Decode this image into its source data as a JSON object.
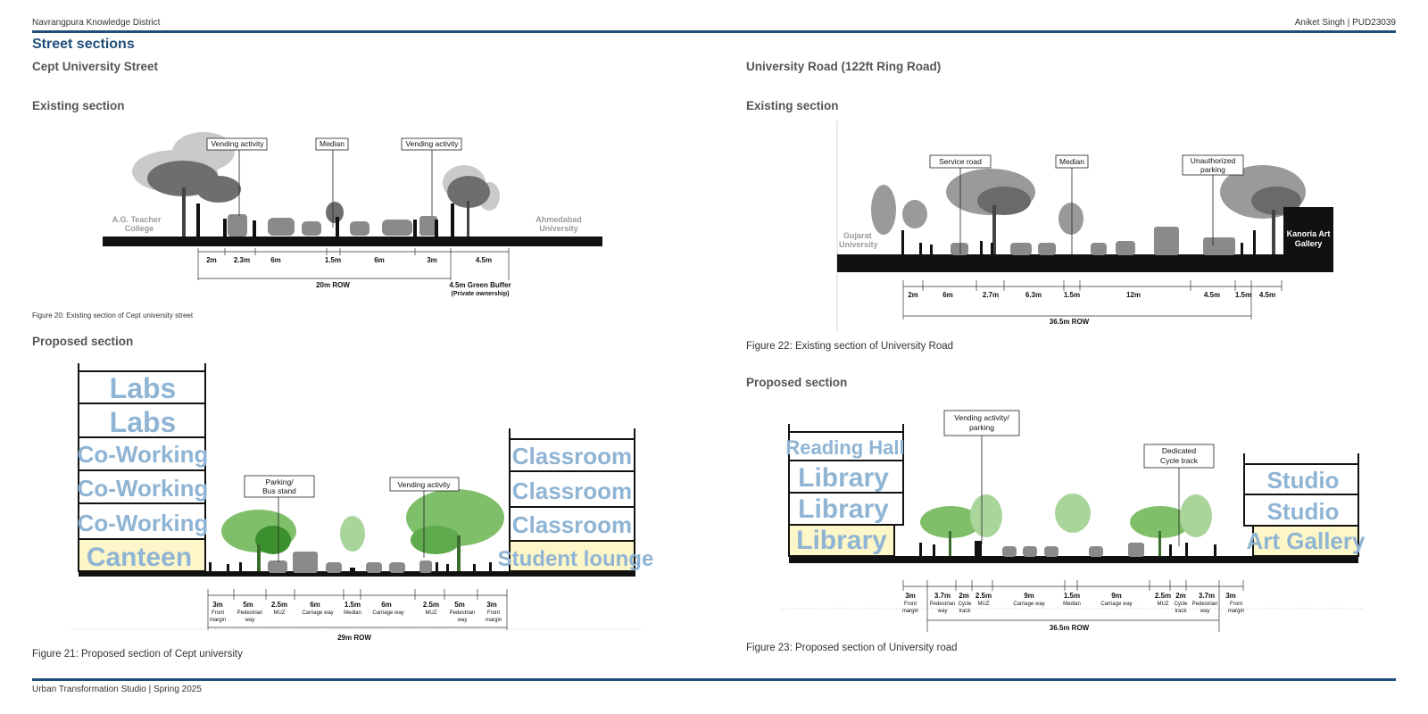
{
  "header": {
    "left": "Navrangpura Knowledge District",
    "right": "Aniket Singh | PUD23039"
  },
  "footer": "Urban Transformation Studio | Spring 2025",
  "page_title": "Street sections",
  "left_panel": {
    "title": "Cept University Street",
    "existing": {
      "heading": "Existing section",
      "callouts": [
        "Vending activity",
        "Median",
        "Vending activity"
      ],
      "edge_left": [
        "A.G. Teacher",
        "College"
      ],
      "edge_right": [
        "Ahmedabad",
        "University"
      ],
      "dims": [
        "2m",
        "2.3m",
        "6m",
        "1.5m",
        "6m",
        "3m",
        "4.5m"
      ],
      "row": "20m ROW",
      "buffer": "4.5m Green Buffer",
      "buffer_note": "(Private ownership)",
      "caption": "Figure 20: Existing section of Cept university street"
    },
    "proposed": {
      "heading": "Proposed section",
      "left_building": [
        "Labs",
        "Labs",
        "Co-Working",
        "Co-Working",
        "Co-Working",
        "Canteen"
      ],
      "right_building": [
        "Classroom",
        "Classroom",
        "Classroom",
        "Student lounge"
      ],
      "callouts": [
        "Parking/",
        "Bus stand",
        "Vending activity"
      ],
      "dims": [
        {
          "v": "3m",
          "s": [
            "Front",
            "margin"
          ]
        },
        {
          "v": "5m",
          "s": [
            "Pedestrian",
            "way"
          ]
        },
        {
          "v": "2.5m",
          "s": [
            "MUZ"
          ]
        },
        {
          "v": "6m",
          "s": [
            "Carriage way"
          ]
        },
        {
          "v": "1.5m",
          "s": [
            "Median"
          ]
        },
        {
          "v": "6m",
          "s": [
            "Carriage way"
          ]
        },
        {
          "v": "2.5m",
          "s": [
            "MUZ"
          ]
        },
        {
          "v": "5m",
          "s": [
            "Pedestrian",
            "way"
          ]
        },
        {
          "v": "3m",
          "s": [
            "Front",
            "margin"
          ]
        }
      ],
      "row": "29m ROW",
      "caption": "Figure 21: Proposed section of Cept university"
    }
  },
  "right_panel": {
    "title": "University Road (122ft Ring Road)",
    "existing": {
      "heading": "Existing section",
      "callouts": [
        "Service road",
        "Median",
        "Unauthorized",
        "parking"
      ],
      "edge_left": [
        "Gujarat",
        "University"
      ],
      "edge_right": [
        "Kanoria Art",
        "Gallery"
      ],
      "dims": [
        "2m",
        "6m",
        "2.7m",
        "6.3m",
        "1.5m",
        "12m",
        "4.5m",
        "1.5m",
        "4.5m"
      ],
      "row": "36.5m ROW",
      "caption": "Figure 22: Existing section of University Road"
    },
    "proposed": {
      "heading": "Proposed section",
      "left_building": [
        "Reading Hall",
        "Library",
        "Library",
        "Library"
      ],
      "right_building": [
        "Studio",
        "Studio",
        "Art Gallery"
      ],
      "callouts": [
        "Vending activity/",
        "parking",
        "Dedicated",
        "Cycle track"
      ],
      "dims": [
        {
          "v": "3m",
          "s": [
            "Front",
            "margin"
          ]
        },
        {
          "v": "3.7m",
          "s": [
            "Pedestrian",
            "way"
          ]
        },
        {
          "v": "2m",
          "s": [
            "Cycle",
            "track"
          ]
        },
        {
          "v": "2.5m",
          "s": [
            "MUZ"
          ]
        },
        {
          "v": "9m",
          "s": [
            "Carriage way"
          ]
        },
        {
          "v": "1.5m",
          "s": [
            "Median"
          ]
        },
        {
          "v": "9m",
          "s": [
            "Carriage way"
          ]
        },
        {
          "v": "2.5m",
          "s": [
            "MUZ"
          ]
        },
        {
          "v": "2m",
          "s": [
            "Cycle",
            "track"
          ]
        },
        {
          "v": "3.7m",
          "s": [
            "Pedestrian",
            "way"
          ]
        },
        {
          "v": "3m",
          "s": [
            "Front",
            "margin"
          ]
        }
      ],
      "row": "36.5m ROW",
      "caption": "Figure 23: Proposed section of University road"
    }
  }
}
